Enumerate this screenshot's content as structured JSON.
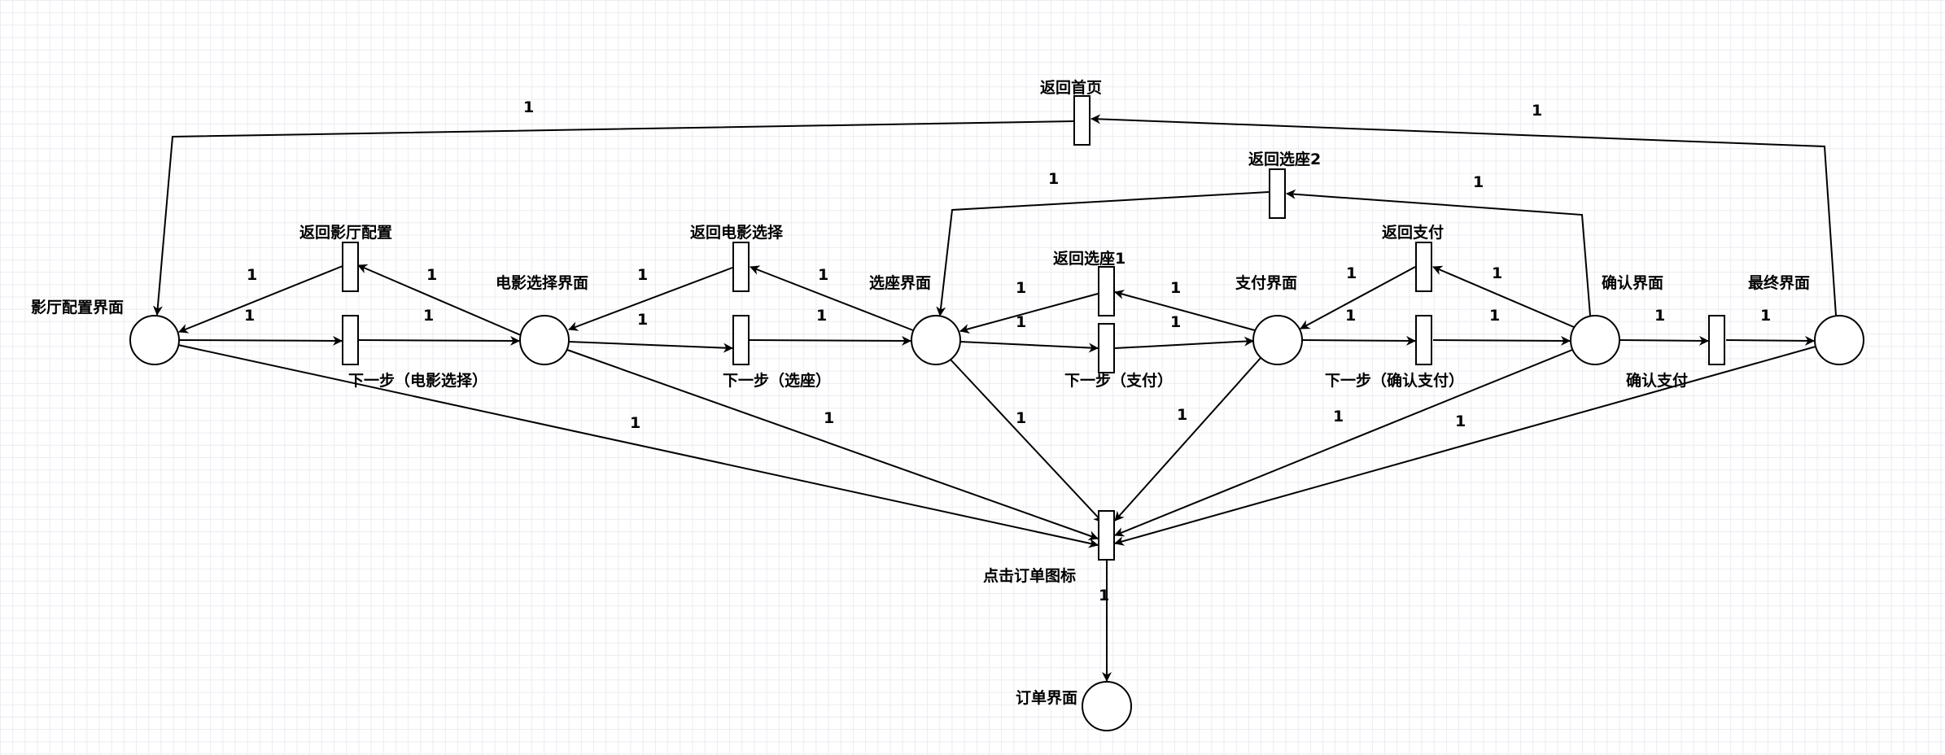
{
  "places": [
    {
      "id": "p_cfg",
      "label": "影厅配置界面"
    },
    {
      "id": "p_movie",
      "label": "电影选择界面"
    },
    {
      "id": "p_seat",
      "label": "选座界面"
    },
    {
      "id": "p_pay",
      "label": "支付界面"
    },
    {
      "id": "p_conf",
      "label": "确认界面"
    },
    {
      "id": "p_final",
      "label": "最终界面"
    },
    {
      "id": "p_order",
      "label": "订单界面"
    }
  ],
  "transitions": [
    {
      "id": "t_next_movie",
      "label": "下一步（电影选择）"
    },
    {
      "id": "t_back_cfg",
      "label": "返回影厅配置"
    },
    {
      "id": "t_next_seat",
      "label": "下一步（选座）"
    },
    {
      "id": "t_back_movie",
      "label": "返回电影选择"
    },
    {
      "id": "t_next_pay",
      "label": "下一步（支付）"
    },
    {
      "id": "t_back_seat1",
      "label": "返回选座1"
    },
    {
      "id": "t_back_seat2",
      "label": "返回选座2"
    },
    {
      "id": "t_next_conf",
      "label": "下一步（确认支付）"
    },
    {
      "id": "t_back_pay",
      "label": "返回支付"
    },
    {
      "id": "t_confirm_pay",
      "label": "确认支付"
    },
    {
      "id": "t_home",
      "label": "返回首页"
    },
    {
      "id": "t_order_icon",
      "label": "点击订单图标"
    }
  ],
  "arcs": [
    {
      "from": "p_cfg",
      "to": "t_next_movie",
      "weight": "1"
    },
    {
      "from": "t_next_movie",
      "to": "p_movie",
      "weight": "1"
    },
    {
      "from": "p_movie",
      "to": "t_back_cfg",
      "weight": "1"
    },
    {
      "from": "t_back_cfg",
      "to": "p_cfg",
      "weight": "1"
    },
    {
      "from": "p_movie",
      "to": "t_next_seat",
      "weight": "1"
    },
    {
      "from": "t_next_seat",
      "to": "p_seat",
      "weight": "1"
    },
    {
      "from": "p_seat",
      "to": "t_back_movie",
      "weight": "1"
    },
    {
      "from": "t_back_movie",
      "to": "p_movie",
      "weight": "1"
    },
    {
      "from": "p_seat",
      "to": "t_next_pay",
      "weight": "1"
    },
    {
      "from": "t_next_pay",
      "to": "p_pay",
      "weight": "1"
    },
    {
      "from": "p_pay",
      "to": "t_back_seat1",
      "weight": "1"
    },
    {
      "from": "t_back_seat1",
      "to": "p_seat",
      "weight": "1"
    },
    {
      "from": "p_pay",
      "to": "t_next_conf",
      "weight": "1"
    },
    {
      "from": "t_next_conf",
      "to": "p_conf",
      "weight": "1"
    },
    {
      "from": "p_conf",
      "to": "t_back_pay",
      "weight": "1"
    },
    {
      "from": "t_back_pay",
      "to": "p_pay",
      "weight": "1"
    },
    {
      "from": "p_conf",
      "to": "t_back_seat2",
      "weight": "1"
    },
    {
      "from": "t_back_seat2",
      "to": "p_seat",
      "weight": "1"
    },
    {
      "from": "p_conf",
      "to": "t_confirm_pay",
      "weight": "1"
    },
    {
      "from": "t_confirm_pay",
      "to": "p_final",
      "weight": "1"
    },
    {
      "from": "p_final",
      "to": "t_home",
      "weight": "1"
    },
    {
      "from": "t_home",
      "to": "p_cfg",
      "weight": "1"
    },
    {
      "from": "p_cfg",
      "to": "t_order_icon",
      "weight": "1"
    },
    {
      "from": "p_movie",
      "to": "t_order_icon",
      "weight": "1"
    },
    {
      "from": "p_seat",
      "to": "t_order_icon",
      "weight": "1"
    },
    {
      "from": "p_pay",
      "to": "t_order_icon",
      "weight": "1"
    },
    {
      "from": "p_conf",
      "to": "t_order_icon",
      "weight": "1"
    },
    {
      "from": "p_final",
      "to": "t_order_icon",
      "weight": "1"
    },
    {
      "from": "t_order_icon",
      "to": "p_order",
      "weight": "1"
    }
  ]
}
